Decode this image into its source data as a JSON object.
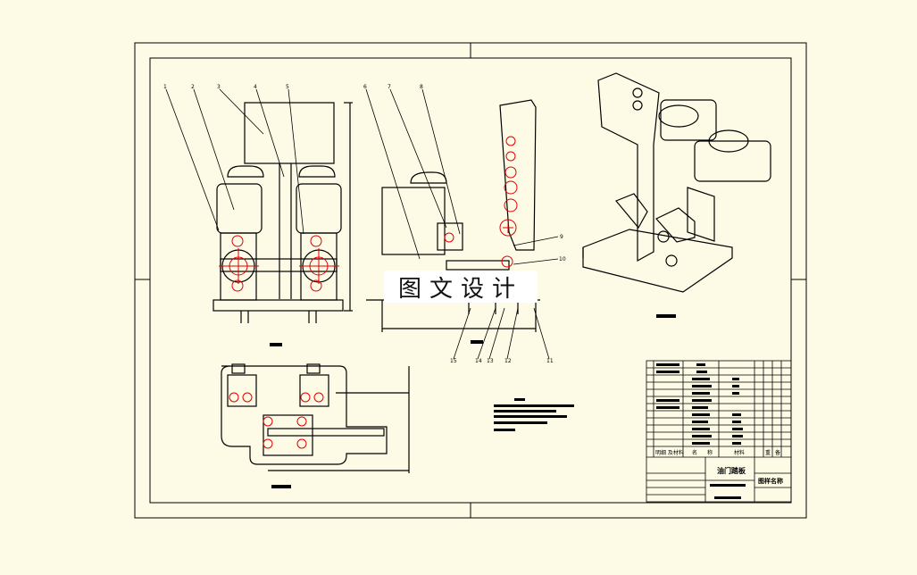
{
  "watermark": "图文设计",
  "balloons": [
    "1",
    "2",
    "3",
    "4",
    "5",
    "6",
    "7",
    "8",
    "9",
    "10",
    "11",
    "12",
    "13",
    "14",
    "15"
  ],
  "title_block": {
    "header_cols": [
      "明细 及材料",
      "名",
      "称",
      "材料",
      "重",
      "备"
    ],
    "title": "油门踏板",
    "drawing_no": "图样名称"
  },
  "colors": {
    "line": "#000000",
    "paper": "#fdfbe6",
    "center": "#e00000"
  }
}
